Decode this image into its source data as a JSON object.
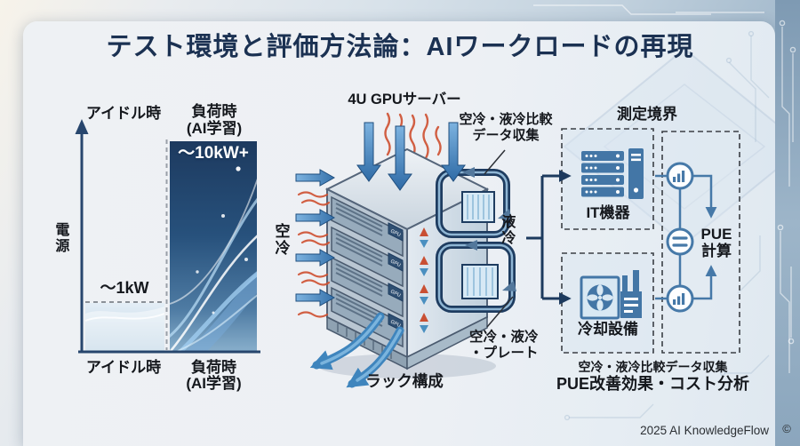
{
  "title": "テスト環境と評価方法論：AIワークロードの再現",
  "power_chart": {
    "type": "bar",
    "y_axis_label": "電源",
    "categories": [
      "アイドル時",
      "負荷時(AI学習)"
    ],
    "values_label": [
      "～1kW",
      "～10kW+"
    ],
    "top_labels": {
      "idle": "アイドル時",
      "load_line1": "負荷時",
      "load_line2": "(AI学習)"
    },
    "bottom_labels": {
      "idle": "アイドル時",
      "load_line1": "負荷時",
      "load_line2": "(AI学習)"
    },
    "idle_value": "～1kW",
    "load_value": "～10kW+"
  },
  "server": {
    "title": "4U GPUサーバー",
    "air_label": "空冷",
    "gpu_chip": "GPU",
    "collect_line1": "空冷・液冷比較",
    "collect_line2": "データ収集",
    "plate_line1": "空冷・液冷",
    "plate_line2": "・プレート",
    "rack_label": "ラック構成"
  },
  "measurement": {
    "boundary": "測定境界",
    "liquid_label": "液冷",
    "it_box": "IT機器",
    "cooling_box": "冷却設備",
    "pue_line1": "PUE",
    "pue_line2": "計算",
    "note1": "空冷・液冷比較データ収集",
    "note2": "PUE改善効果・コスト分析"
  },
  "footer": {
    "credit": "2025 AI KnowledgeFlow",
    "copyright": "©"
  },
  "colors": {
    "accent_navy": "#1b3152",
    "steel_blue": "#4679a8",
    "pipe_navy": "#1e3c60",
    "heat_red": "#cf5030",
    "air_blue": "#4a90c9",
    "bar_dark": "#1d3a5f"
  }
}
